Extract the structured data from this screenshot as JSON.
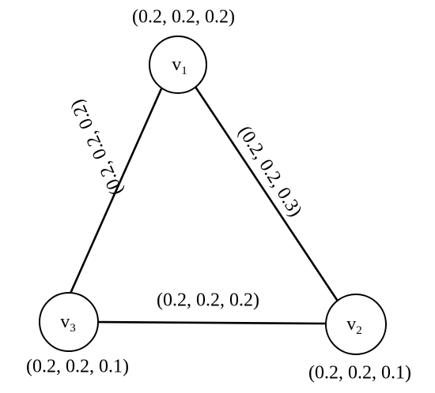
{
  "graph": {
    "nodes": [
      {
        "id": "v1",
        "letter": "v",
        "index": "1",
        "label": "(0.2, 0.2, 0.2)"
      },
      {
        "id": "v2",
        "letter": "v",
        "index": "2",
        "label": "(0.2, 0.2, 0.1)"
      },
      {
        "id": "v3",
        "letter": "v",
        "index": "3",
        "label": "(0.2, 0.2, 0.1)"
      }
    ],
    "edges": [
      {
        "from": "v1",
        "to": "v2",
        "label": "(0.2, 0.2, 0.3)"
      },
      {
        "from": "v1",
        "to": "v3",
        "label": "(0.2, 0.2, 0.2)"
      },
      {
        "from": "v3",
        "to": "v2",
        "label": "(0.2, 0.2, 0.2)"
      }
    ]
  }
}
